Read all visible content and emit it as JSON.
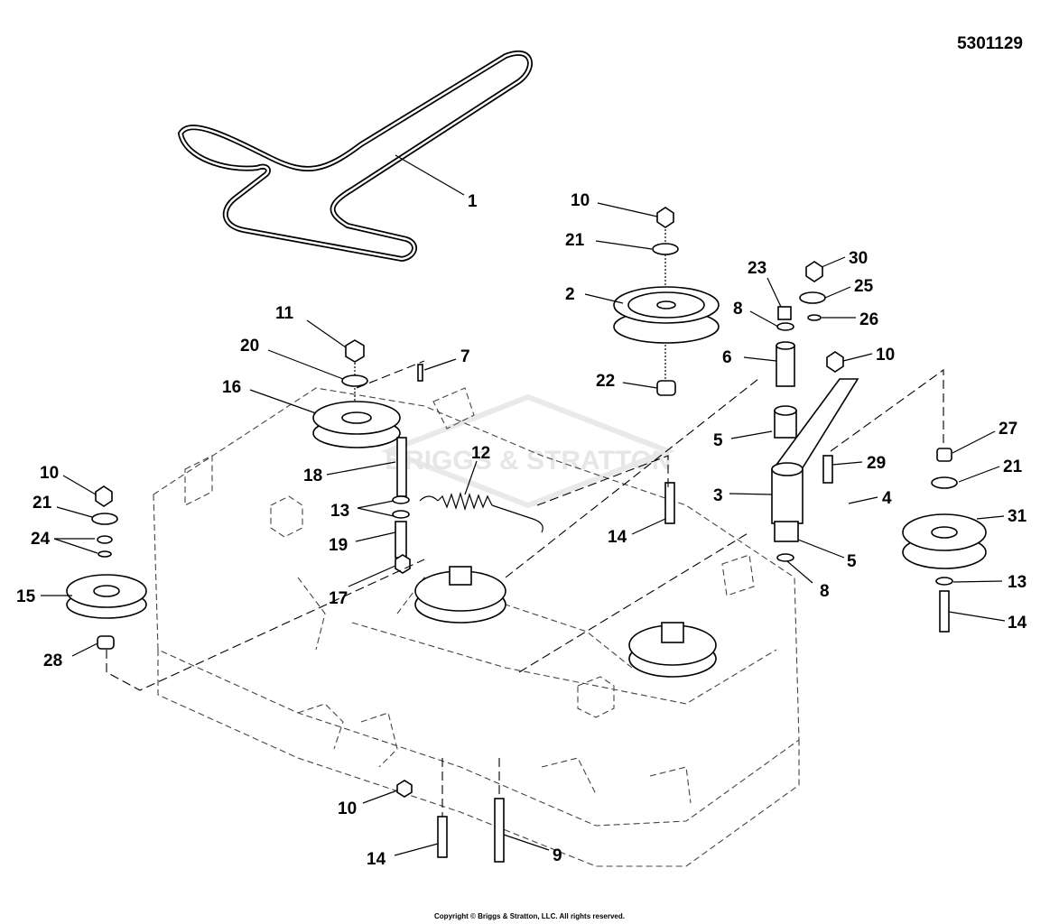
{
  "document_number": "5301129",
  "copyright": "Copyright © Briggs & Stratton, LLC. All rights reserved.",
  "watermark_text": "BRIGGS & STRATTON",
  "callouts": [
    {
      "label": "1"
    },
    {
      "label": "10"
    },
    {
      "label": "21"
    },
    {
      "label": "2"
    },
    {
      "label": "22"
    },
    {
      "label": "23"
    },
    {
      "label": "30"
    },
    {
      "label": "25"
    },
    {
      "label": "8"
    },
    {
      "label": "26"
    },
    {
      "label": "6"
    },
    {
      "label": "10"
    },
    {
      "label": "11"
    },
    {
      "label": "20"
    },
    {
      "label": "7"
    },
    {
      "label": "16"
    },
    {
      "label": "12"
    },
    {
      "label": "5"
    },
    {
      "label": "29"
    },
    {
      "label": "27"
    },
    {
      "label": "21"
    },
    {
      "label": "18"
    },
    {
      "label": "3"
    },
    {
      "label": "4"
    },
    {
      "label": "13"
    },
    {
      "label": "14"
    },
    {
      "label": "31"
    },
    {
      "label": "19"
    },
    {
      "label": "5"
    },
    {
      "label": "10"
    },
    {
      "label": "21"
    },
    {
      "label": "24"
    },
    {
      "label": "15"
    },
    {
      "label": "17"
    },
    {
      "label": "8"
    },
    {
      "label": "13"
    },
    {
      "label": "14"
    },
    {
      "label": "28"
    },
    {
      "label": "10"
    },
    {
      "label": "14"
    },
    {
      "label": "9"
    }
  ]
}
